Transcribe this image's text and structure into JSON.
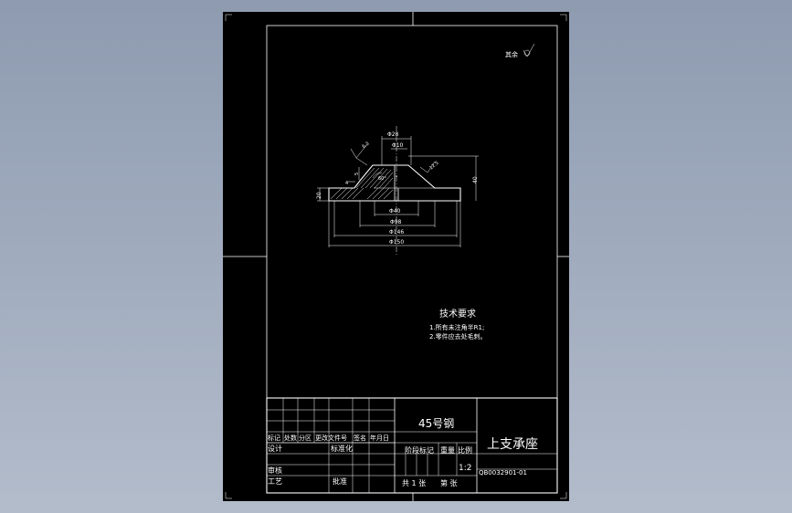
{
  "drawing": {
    "finish_mark": "其余",
    "dimensions": {
      "d28": "Φ28",
      "d10": "Φ10",
      "d40": "Φ40",
      "d98": "Φ98",
      "d146": "Φ146",
      "d150": "Φ150",
      "angle": "60°",
      "height": "40",
      "thickness": "20",
      "chamfer": "4",
      "small": "5",
      "rough_left": "6.3",
      "rough_right": "12.5"
    },
    "tech_requirements": {
      "title": "技术要求",
      "items": [
        "1.所有未注角半R1;",
        "2.零件应去处毛刺。"
      ]
    },
    "title_block": {
      "material": "45号钢",
      "part_name": "上支承座",
      "drawing_no": "QB0032901-01",
      "scale": "1:2",
      "header_row": [
        "标记",
        "处数",
        "分区",
        "更改文件号",
        "签名",
        "年月日"
      ],
      "labels": {
        "design": "设计",
        "standardize": "标准化",
        "stage_mark": "阶段标记",
        "weight": "重量",
        "ratio": "比例",
        "review": "审核",
        "process": "工艺",
        "approve": "批准",
        "sheets_total": "共 1 张",
        "sheet_no": "第   张"
      }
    }
  }
}
